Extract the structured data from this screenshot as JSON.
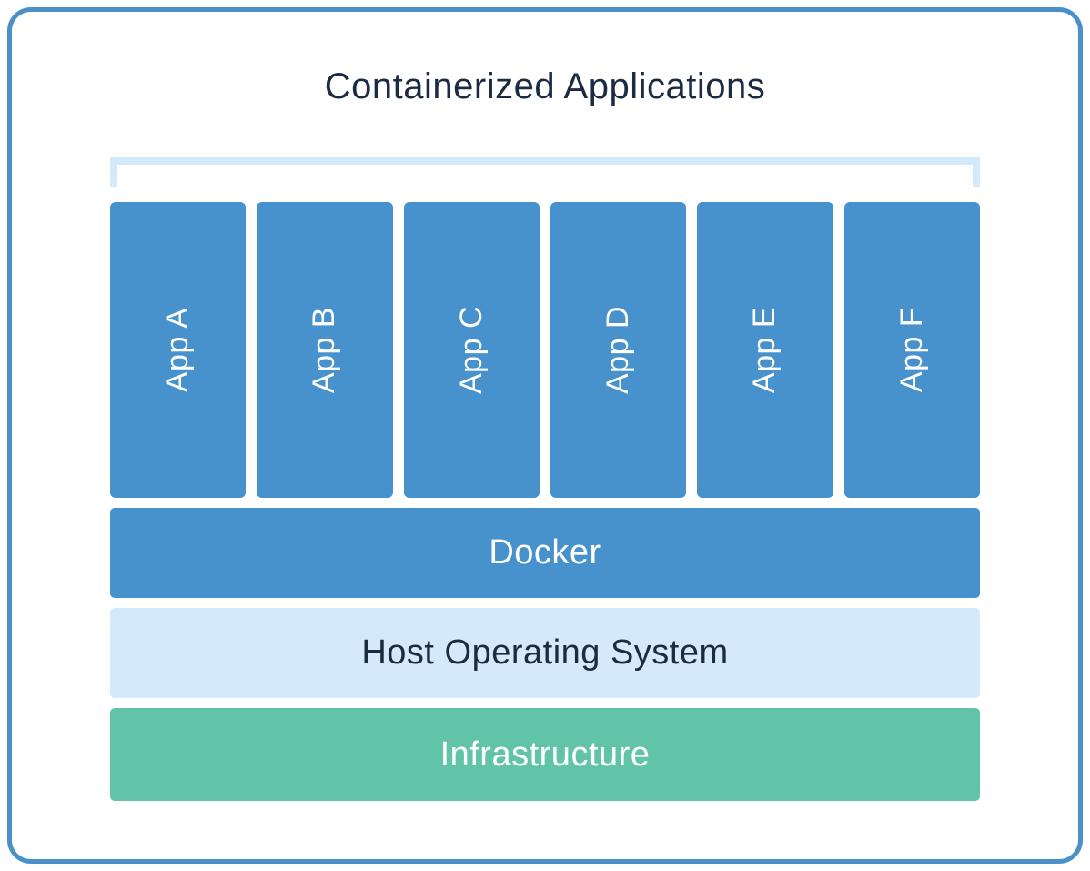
{
  "diagram": {
    "title": "Containerized Applications",
    "apps": [
      "App A",
      "App B",
      "App C",
      "App D",
      "App E",
      "App F"
    ],
    "layers": {
      "docker": "Docker",
      "host_os": "Host Operating System",
      "infrastructure": "Infrastructure"
    }
  },
  "colors": {
    "accent-blue": "#4791CD",
    "border-blue": "#4A90C9",
    "light-blue": "#D4E9F9",
    "teal": "#61C3A8",
    "navy-text": "#1A2B42",
    "white-text": "#FFFFFF"
  }
}
